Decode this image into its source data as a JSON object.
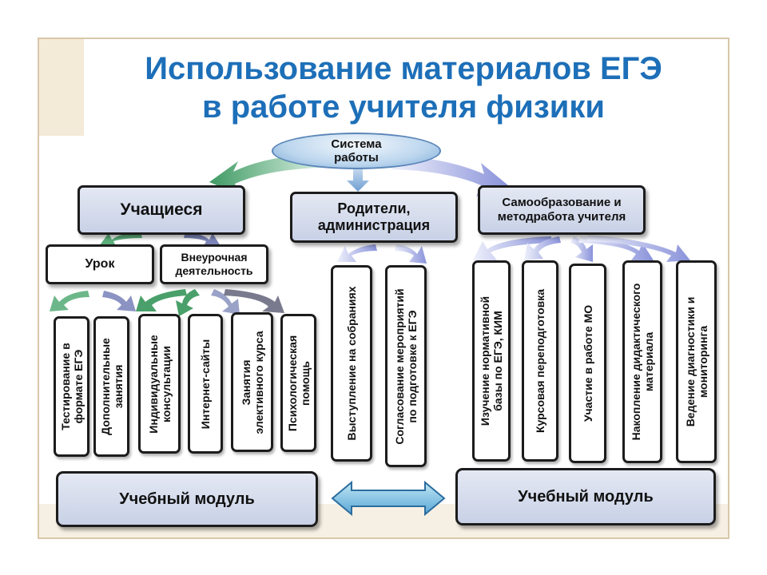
{
  "title": {
    "line1": "Использование материалов ЕГЭ",
    "line2": "в работе учителя физики"
  },
  "center": {
    "label": "Система\nработы"
  },
  "top_boxes": {
    "students": "Учащиеся",
    "parents": "Родители,\nадминистрация",
    "self_education": "Самообразование и\nметодработа учителя"
  },
  "sub_boxes": {
    "lesson": "Урок",
    "extracurricular": "Внеурочная\nдеятельность"
  },
  "student_items": [
    "Тестирование в\nформате ЕГЭ",
    "Дополнительные\nзанятия",
    "Индивидуальные\nконсультации",
    "Интернет-сайты",
    "Занятия\nэлективного курса",
    "Психологическая\nпомощь"
  ],
  "parent_items": [
    "Выступление на собраниях",
    "Согласование мероприятий\nпо подготовке к ЕГЭ"
  ],
  "teacher_items": [
    "Изучение нормативной\nбазы по ЕГЭ, КИМ",
    "Курсовая переподготовка",
    "Участие в работе МО",
    "Накопление дидактического\nматериала",
    "Ведение диагностики и\nмониторинга"
  ],
  "modules": {
    "left": "Учебный модуль",
    "right": "Учебный модуль"
  },
  "colors": {
    "title": "#1d6fb8",
    "green_arrow": "#4aa06a",
    "blue_arrow": "#8f98dc",
    "box_fill": "#d3daea",
    "border": "#1c1c1c"
  }
}
